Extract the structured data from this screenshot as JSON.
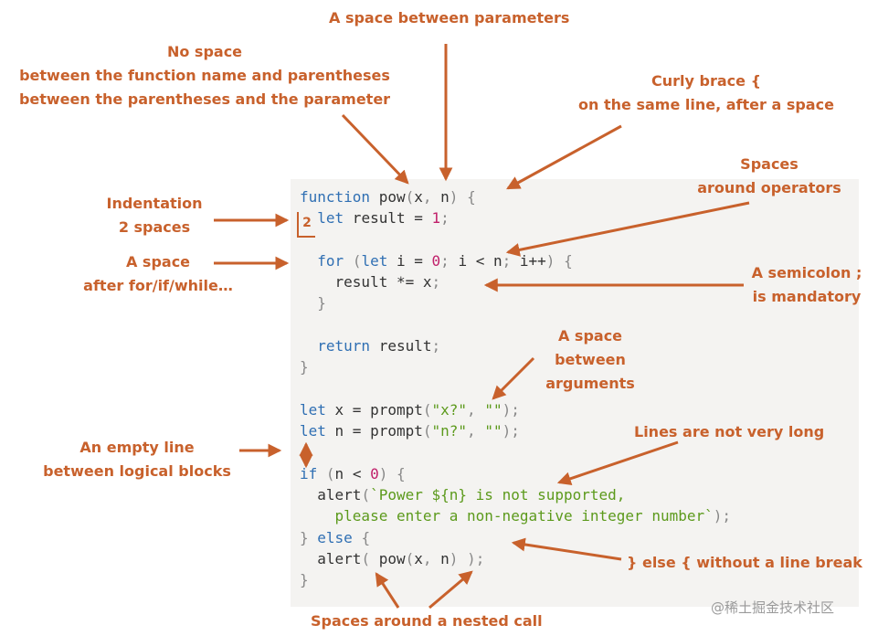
{
  "labels": {
    "space_between_params": "A space between parameters",
    "no_space_1": "No space",
    "no_space_2": "between the function name and parentheses",
    "no_space_3": "between the parentheses and the parameter",
    "curly_1": "Curly brace {",
    "curly_2": "on the same line, after a space",
    "spaces_ops_1": "Spaces",
    "spaces_ops_2": "around operators",
    "indent_1": "Indentation",
    "indent_2": "2 spaces",
    "space_after_for_1": "A space",
    "space_after_for_2": "after for/if/while…",
    "semicolon_1": "A semicolon ;",
    "semicolon_2": "is mandatory",
    "space_args_1": "A space",
    "space_args_2": "between",
    "space_args_3": "arguments",
    "lines_not_long": "Lines are not very long",
    "empty_line_1": "An empty line",
    "empty_line_2": "between logical blocks",
    "else_no_break": "} else { without a line break",
    "nested_call": "Spaces around a nested call"
  },
  "indent_marker": "2",
  "code_lines": [
    "function pow(x, n) {",
    "  let result = 1;",
    "",
    "  for (let i = 0; i < n; i++) {",
    "    result *= x;",
    "  }",
    "",
    "  return result;",
    "}",
    "",
    "let x = prompt(\"x?\", \"\");",
    "let n = prompt(\"n?\", \"\");",
    "",
    "if (n < 0) {",
    "  alert(`Power ${n} is not supported,",
    "    please enter a non-negative integer number`);",
    "} else {",
    "  alert( pow(x, n) );",
    "}"
  ],
  "watermark": "@稀土掘金技术社区",
  "colors": {
    "annotation": "#c8612c",
    "keyword": "#2f6fb3",
    "number": "#c01f6a",
    "string": "#5c9a1c",
    "code_background": "#f4f3f1"
  }
}
